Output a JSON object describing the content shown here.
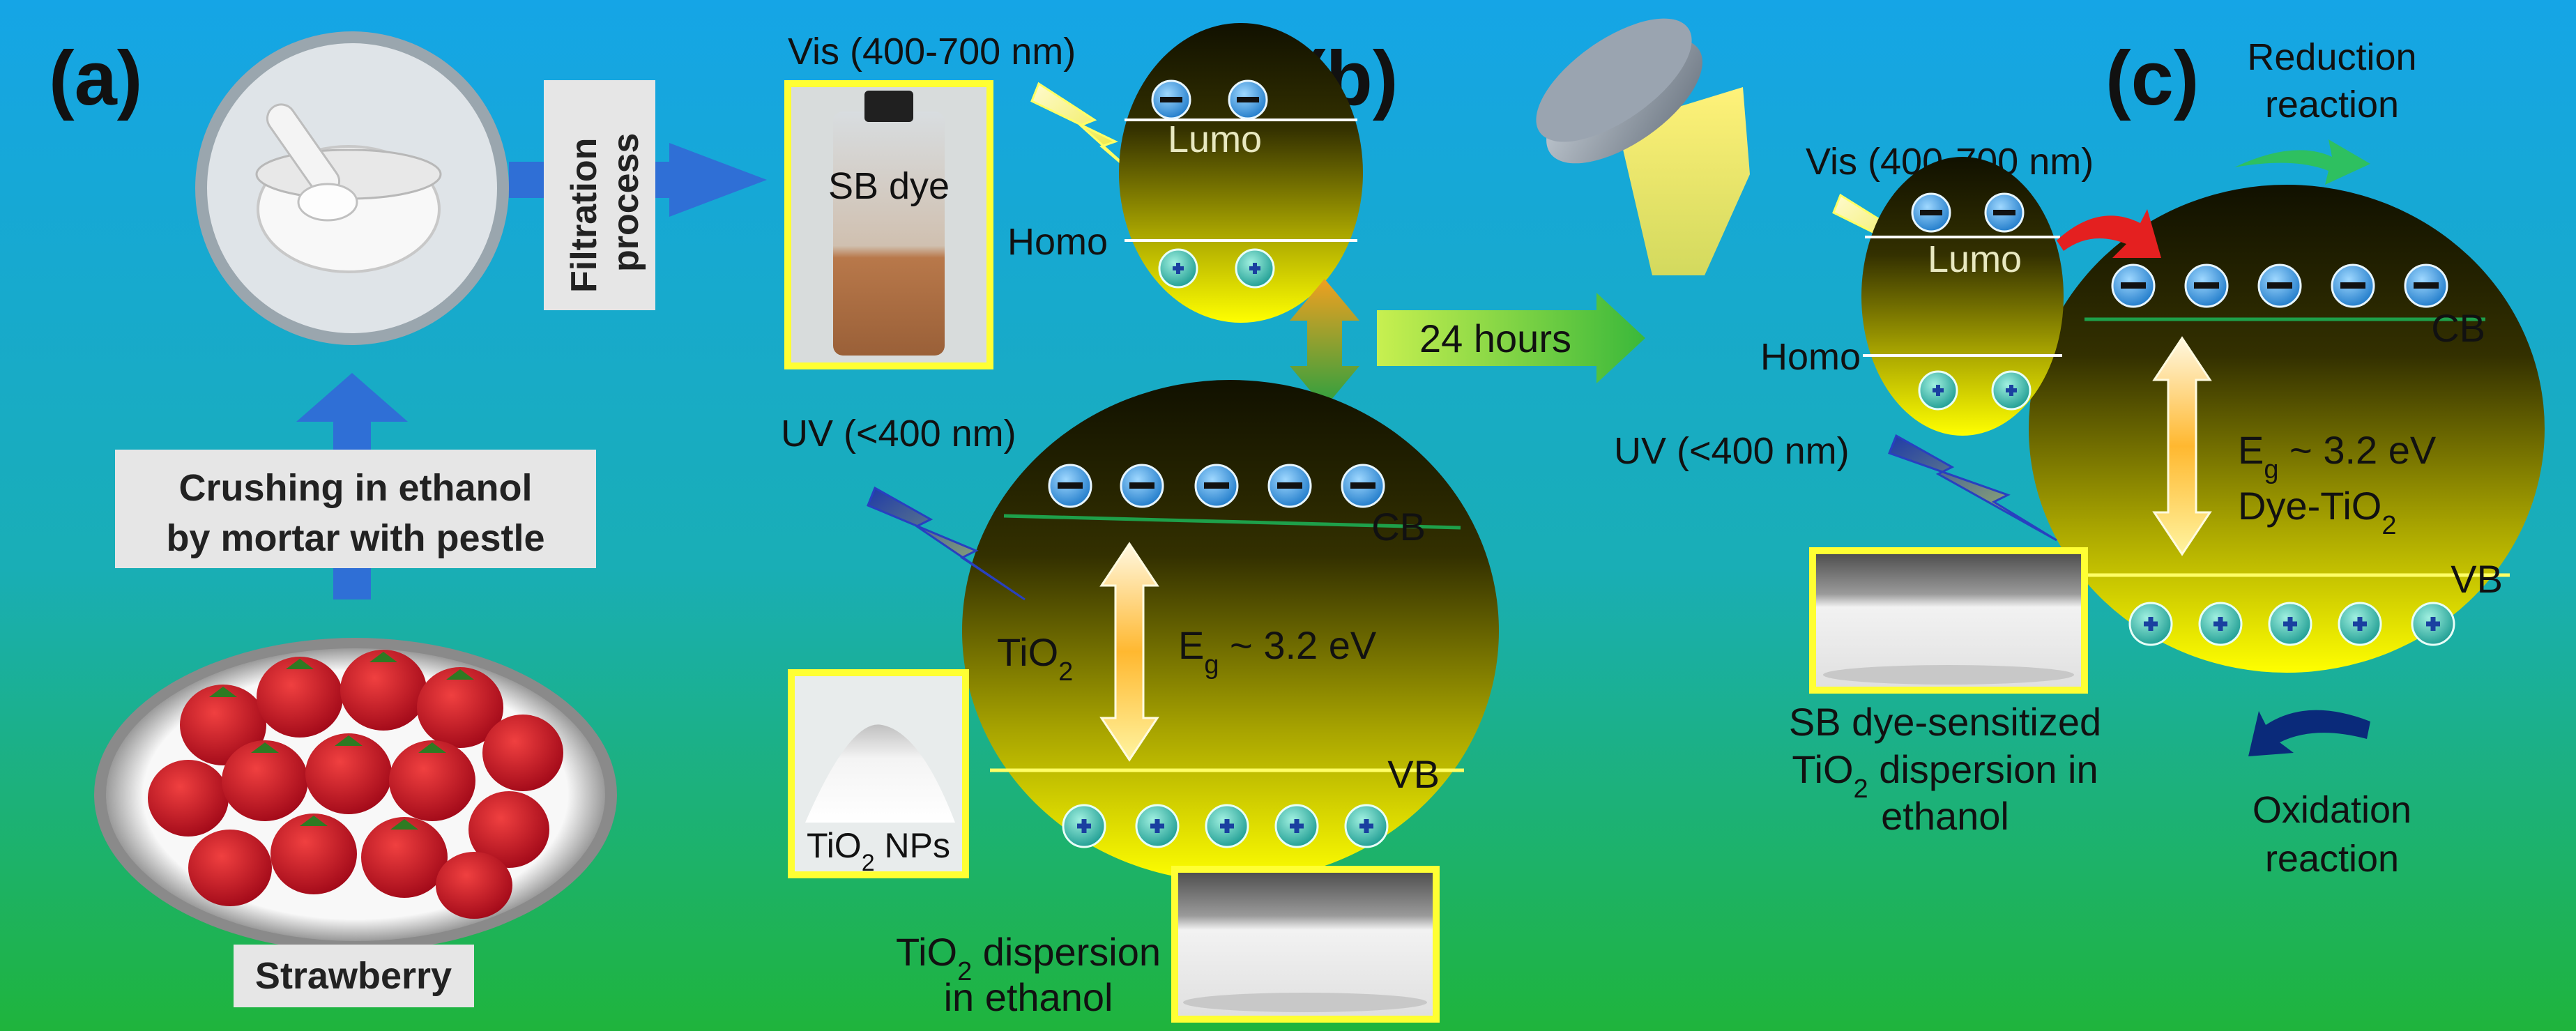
{
  "panels": {
    "a": "(a)",
    "b": "(b)",
    "c": "(c)"
  },
  "labels": {
    "filtration": [
      "Filtration",
      "process"
    ],
    "crushing": [
      "Crushing in ethanol",
      "by  mortar with pestle"
    ],
    "strawberry": "Strawberry",
    "vis_b": "Vis (400-700 nm)",
    "vis_c": "Vis (400-700 nm)",
    "sb_dye": "SB dye",
    "lumo": "Lumo",
    "homo": "Homo",
    "hours": "24 hours",
    "uv": "UV (<400 nm)",
    "cb": "CB",
    "vb": "VB",
    "tio2_main": "TiO",
    "tio2_sub": "2",
    "eg_main": "E",
    "eg_sub": "g",
    "eg_val": " ~ 3.2 eV",
    "tio2_nps_main": "TiO",
    "tio2_nps_sub": "2",
    "tio2_nps_rest": " NPs",
    "tio2_disp": [
      "dispersion",
      "in ethanol"
    ],
    "dye_tio2_main": "Dye-TiO",
    "dye_tio2_sub": "2",
    "sb_sens": [
      "SB dye-sensitized",
      " dispersion in",
      "ethanol"
    ],
    "reduction": [
      "Reduction",
      "reaction"
    ],
    "oxidation": [
      "Oxidation",
      "reaction"
    ]
  },
  "colors": {
    "bg_top": "#1aa8e0",
    "bg_bottom": "#1db34a",
    "arrow_blue": "#2f6fd6",
    "label_box": "#e6e6e6",
    "frame_yellow": "#ffff33",
    "electron": "#2a8fd8",
    "hole": "#2ab0a0",
    "cb_line": "#1ea04a",
    "vb_line": "#ffff66"
  }
}
